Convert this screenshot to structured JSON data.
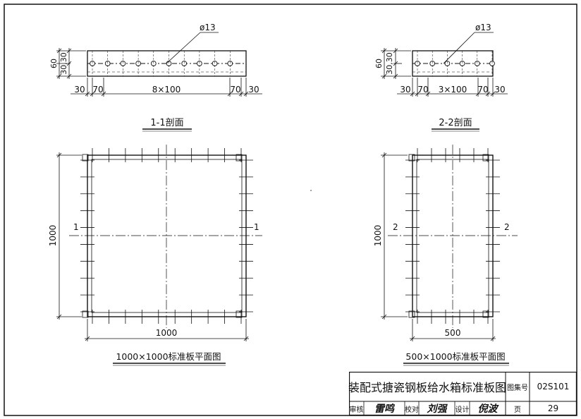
{
  "section1": {
    "title": "1-1剖面",
    "hole_label": "ø13",
    "dim_total": "60",
    "dim_split": "30,30",
    "dim_bottom": [
      "30",
      "70",
      "8×100",
      "70",
      "30"
    ]
  },
  "section2": {
    "title": "2-2剖面",
    "hole_label": "ø13",
    "dim_total": "60",
    "dim_split": "30,30",
    "dim_bottom": [
      "30",
      "70",
      "3×100",
      "70",
      "30"
    ]
  },
  "plan1": {
    "title": "1000×1000标准板平面图",
    "width_dim": "1000",
    "height_dim": "1000",
    "cut_mark_left": "1",
    "cut_mark_right": "1"
  },
  "plan2": {
    "title": "500×1000标准板平面图",
    "width_dim": "500",
    "height_dim": "1000",
    "cut_mark_left": "2",
    "cut_mark_right": "2"
  },
  "title_block": {
    "drawing_title": "装配式搪瓷钢板给水箱标准板图",
    "atlas_label": "图集号",
    "atlas_number": "02S101",
    "review_label": "审核",
    "reviewer_signature": "雷鸣",
    "check_label": "校对",
    "checker_signature": "刘强",
    "design_label": "设计",
    "designer_signature": "倪波",
    "page_label": "页",
    "page_number": "29"
  }
}
